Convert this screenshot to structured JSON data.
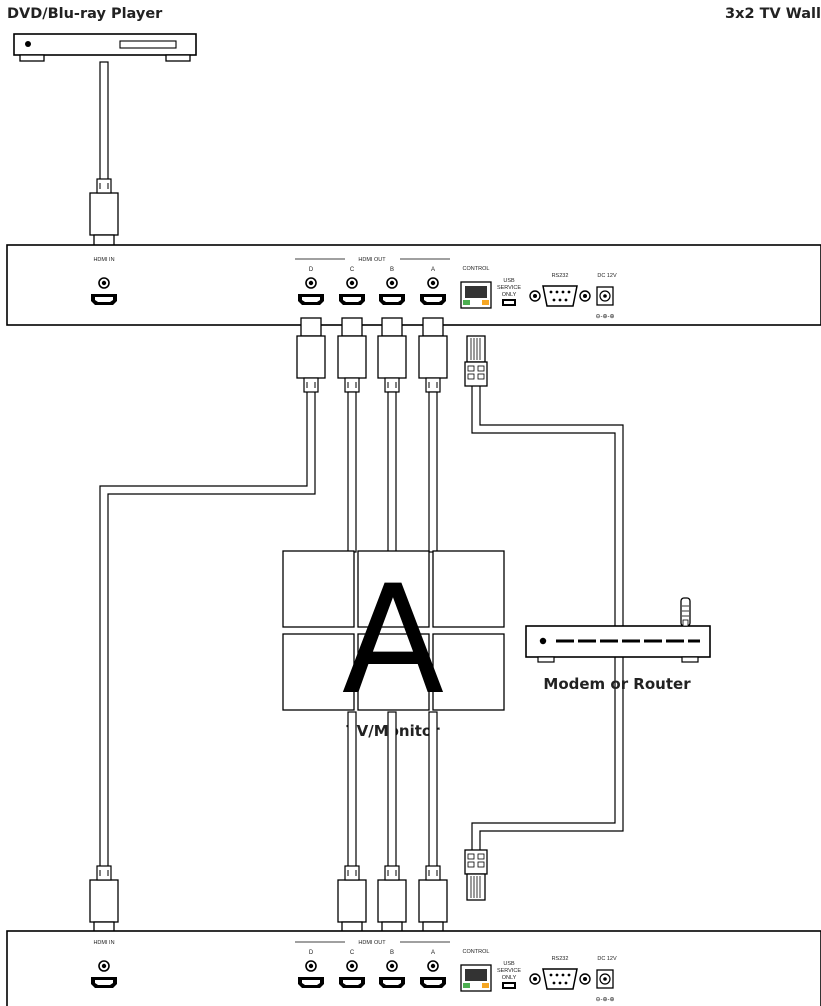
{
  "title_left": "DVD/Blu-ray Player",
  "title_right": "3x2 TV Wall",
  "tv_letter": "A",
  "tv_label": "TV/Monitor",
  "router_label": "Modem or Router",
  "panel": {
    "hdmi_in": "HDMI IN",
    "hdmi_out": "HDMI OUT",
    "ports": [
      "D",
      "C",
      "B",
      "A"
    ],
    "control": "CONTROL",
    "usb": [
      "USB",
      "SERVICE",
      "ONLY"
    ],
    "rs232": "RS232",
    "dc": "DC 12V"
  }
}
